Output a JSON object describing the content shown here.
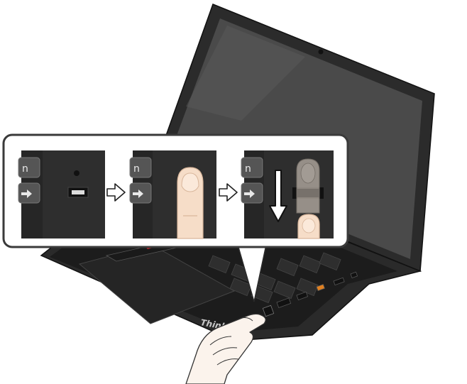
{
  "illustration": {
    "subject": "laptop-fingerprint-reader-enrollment",
    "brand_label": "ThinkPad",
    "step_count": 3,
    "steps": [
      {
        "name": "locate-fingerprint-reader",
        "icon": "fingerprint-reader-icon"
      },
      {
        "name": "place-finger-on-reader",
        "icon": "fingertip-icon"
      },
      {
        "name": "swipe-finger-down",
        "icon": "swipe-down-arrow-icon"
      }
    ],
    "separators": [
      "arrow-right-icon",
      "arrow-right-icon"
    ],
    "colors": {
      "laptop_body": "#2b2b2b",
      "screen": "#4a4a4a",
      "keyboard_deck": "#1c1c1c",
      "key": "#2e2e2e",
      "callout_border": "#3a3a3a",
      "skin": "#f6ddc8",
      "trackpoint_red": "#d0202a",
      "brand_text": "#c8c8c8"
    }
  }
}
